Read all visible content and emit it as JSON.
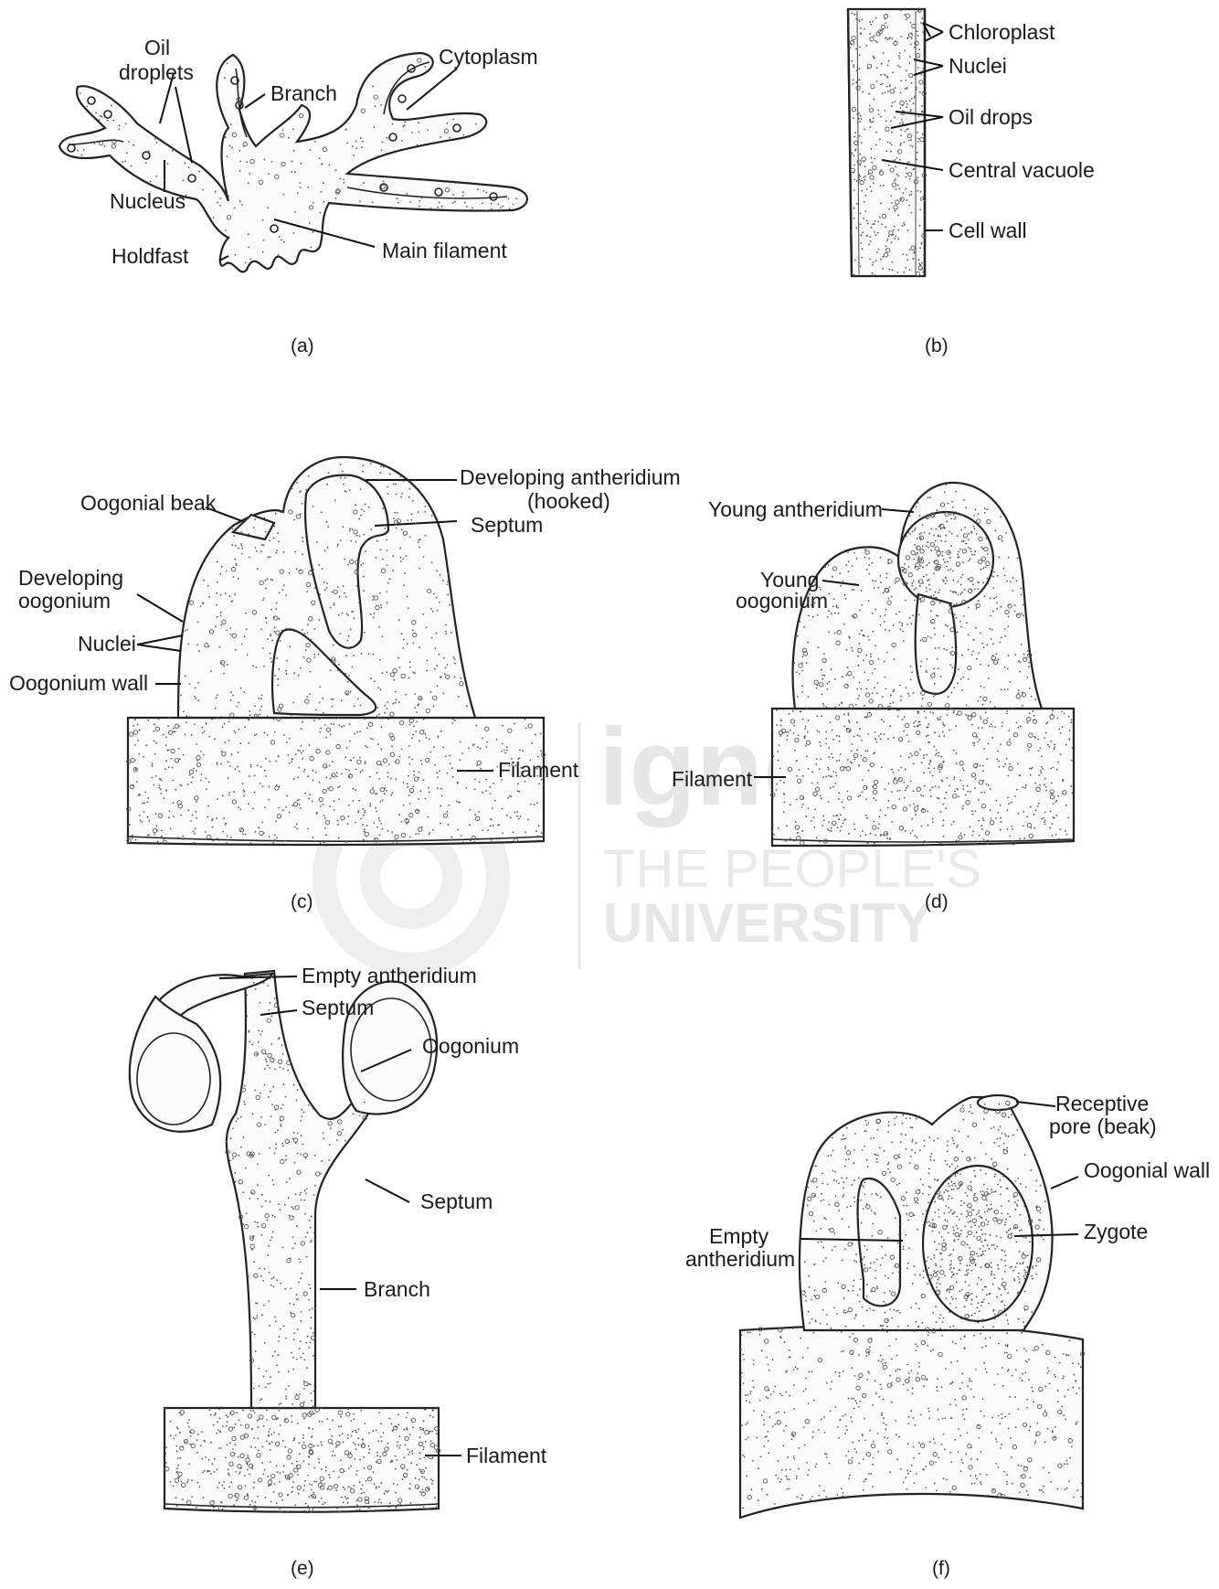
{
  "watermark": {
    "logo_text": "ignou",
    "line1": "THE PEOPLE'S",
    "line2": "UNIVERSITY"
  },
  "panels": [
    {
      "id": "a",
      "caption": "(a)",
      "labels": [
        "Oil",
        "droplets",
        "Branch",
        "Cytoplasm",
        "Nucleus",
        "Holdfast",
        "Main filament"
      ]
    },
    {
      "id": "b",
      "caption": "(b)",
      "labels": [
        "Chloroplast",
        "Nuclei",
        "Oil drops",
        "Central vacuole",
        "Cell wall"
      ]
    },
    {
      "id": "c",
      "caption": "(c)",
      "labels": [
        "Developing antheridium",
        "(hooked)",
        "Oogonial beak",
        "Septum",
        "Developing",
        "oogonium",
        "Nuclei",
        "Oogonium wall",
        "Filament"
      ]
    },
    {
      "id": "d",
      "caption": "(d)",
      "labels": [
        "Young antheridium",
        "Young",
        "oogonium",
        "Filament"
      ]
    },
    {
      "id": "e",
      "caption": "(e)",
      "labels": [
        "Empty antheridium",
        "Septum",
        "Oogonium",
        "Septum",
        "Branch",
        "Filament"
      ]
    },
    {
      "id": "f",
      "caption": "(f)",
      "labels": [
        "Receptive",
        "pore (beak)",
        "Oogonial wall",
        "Zygote",
        "Empty",
        "antheridium"
      ]
    }
  ],
  "colors": {
    "outline": "#222222",
    "fill": "#fbfbfb",
    "stipple": "#555555",
    "watermark": "#e6e6e6"
  }
}
